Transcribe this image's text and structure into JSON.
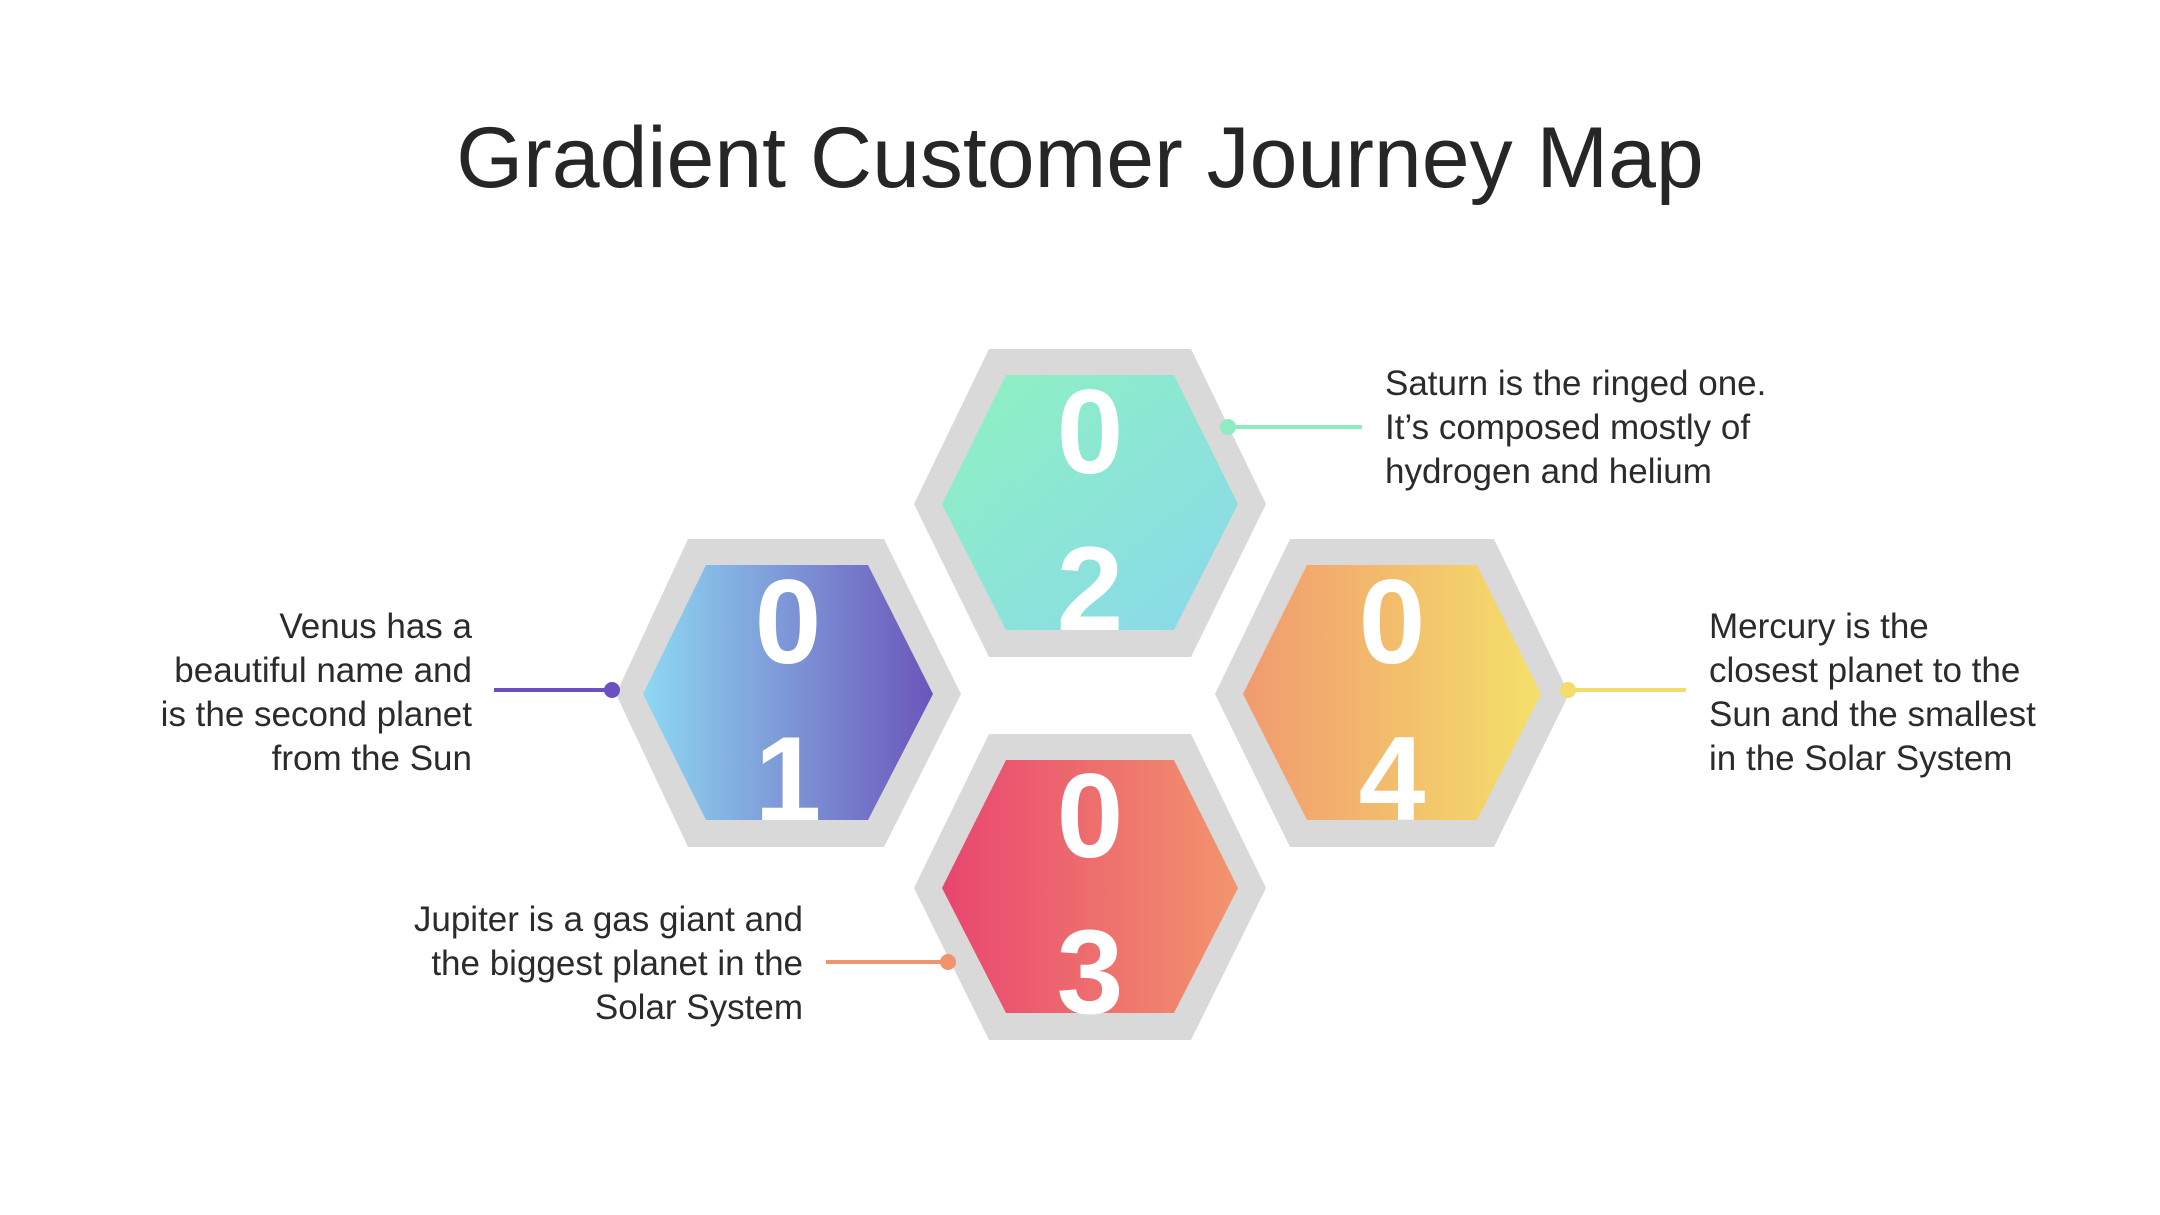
{
  "title": "Gradient Customer Journey Map",
  "steps": [
    {
      "id": "01",
      "digits": [
        "0",
        "1"
      ],
      "lines": [
        "Venus has a",
        "beautiful name and",
        "is the second planet",
        "from the Sun"
      ],
      "gradient": [
        "#8ed8f2",
        "#6c55bb"
      ],
      "connector_color": "#6c4fc0"
    },
    {
      "id": "02",
      "digits": [
        "0",
        "2"
      ],
      "lines": [
        "Saturn is the ringed one.",
        "It’s composed mostly of",
        "hydrogen and helium"
      ],
      "gradient": [
        "#8ef2c0",
        "#8ad8ec"
      ],
      "connector_color": "#8eecc2"
    },
    {
      "id": "03",
      "digits": [
        "0",
        "3"
      ],
      "lines": [
        "Jupiter is a gas giant and",
        "the biggest planet in the",
        "Solar System"
      ],
      "gradient": [
        "#e8456f",
        "#f3956e"
      ],
      "connector_color": "#ef946c"
    },
    {
      "id": "04",
      "digits": [
        "0",
        "4"
      ],
      "lines": [
        "Mercury is the",
        "closest planet to the",
        "Sun and the smallest",
        "in the Solar System"
      ],
      "gradient": [
        "#f19a6f",
        "#f4e06a"
      ],
      "connector_color": "#f3dc6a"
    }
  ],
  "colors": {
    "hex_frame": "#d9d9d9",
    "text": "#262626",
    "number": "#ffffff"
  }
}
